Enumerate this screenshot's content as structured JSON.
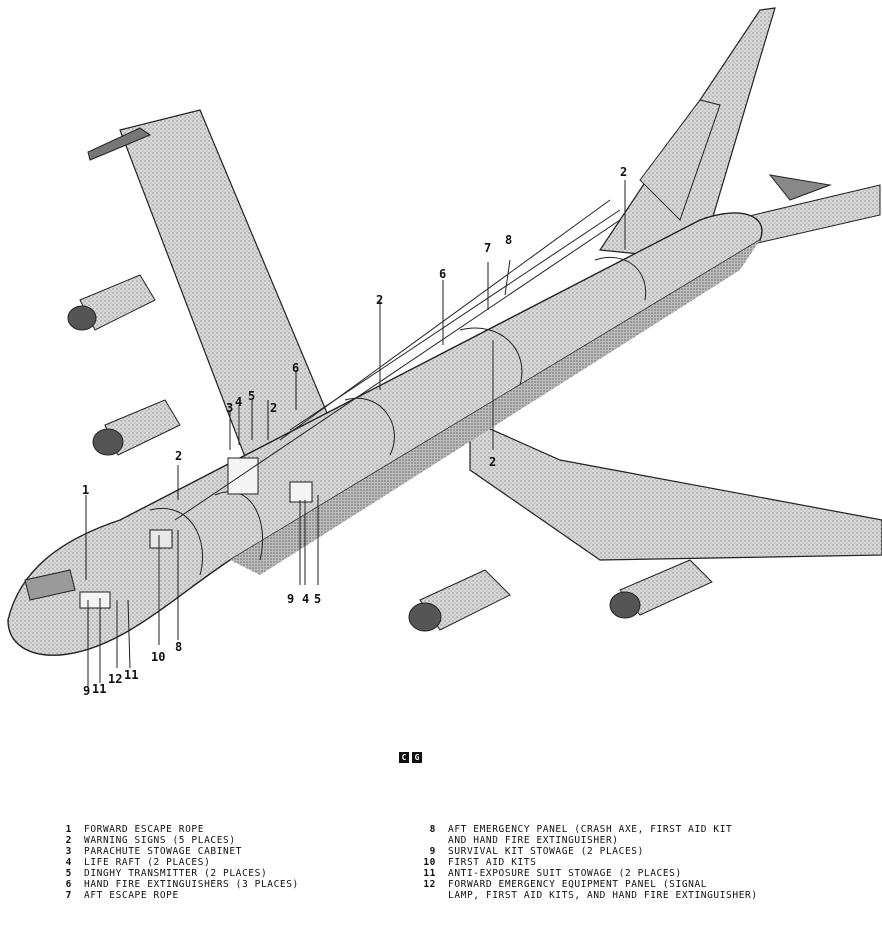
{
  "callouts": [
    {
      "id": "c1",
      "text": "1"
    },
    {
      "id": "c2a",
      "text": "2"
    },
    {
      "id": "c2b",
      "text": "2"
    },
    {
      "id": "c2c",
      "text": "2"
    },
    {
      "id": "c2d",
      "text": "2"
    },
    {
      "id": "c2e",
      "text": "2"
    },
    {
      "id": "c3a",
      "text": "3"
    },
    {
      "id": "c4a",
      "text": "4"
    },
    {
      "id": "c4b",
      "text": "4"
    },
    {
      "id": "c5a",
      "text": "5"
    },
    {
      "id": "c5b",
      "text": "5"
    },
    {
      "id": "c6a",
      "text": "6"
    },
    {
      "id": "c6b",
      "text": "6"
    },
    {
      "id": "c7",
      "text": "7"
    },
    {
      "id": "c8a",
      "text": "8"
    },
    {
      "id": "c8b",
      "text": "8"
    },
    {
      "id": "c9a",
      "text": "9"
    },
    {
      "id": "c9b",
      "text": "9"
    },
    {
      "id": "c10",
      "text": "10"
    },
    {
      "id": "c11a",
      "text": "11"
    },
    {
      "id": "c11b",
      "text": "11"
    },
    {
      "id": "c12",
      "text": "12"
    }
  ],
  "code_badge": [
    "C",
    "G"
  ],
  "legend_left": [
    {
      "num": "1",
      "text": "FORWARD ESCAPE ROPE"
    },
    {
      "num": "2",
      "text": "WARNING SIGNS (5 PLACES)"
    },
    {
      "num": "3",
      "text": "PARACHUTE STOWAGE CABINET"
    },
    {
      "num": "4",
      "text": "LIFE RAFT (2 PLACES)"
    },
    {
      "num": "5",
      "text": "DINGHY TRANSMITTER (2 PLACES)"
    },
    {
      "num": "6",
      "text": "HAND FIRE EXTINGUISHERS (3 PLACES)"
    },
    {
      "num": "7",
      "text": "AFT ESCAPE ROPE"
    }
  ],
  "legend_right": [
    {
      "num": "8",
      "text": "AFT EMERGENCY PANEL (CRASH AXE, FIRST AID KIT"
    },
    {
      "num": "",
      "text": "AND HAND FIRE EXTINGUISHER)"
    },
    {
      "num": "9",
      "text": "SURVIVAL KIT STOWAGE (2 PLACES)"
    },
    {
      "num": "10",
      "text": "FIRST AID KITS"
    },
    {
      "num": "11",
      "text": "ANTI-EXPOSURE SUIT STOWAGE (2 PLACES)"
    },
    {
      "num": "12",
      "text": "FORWARD EMERGENCY EQUIPMENT PANEL (SIGNAL"
    },
    {
      "num": "",
      "text": "LAMP, FIRST AID KITS, AND HAND FIRE EXTINGUISHER)"
    }
  ]
}
